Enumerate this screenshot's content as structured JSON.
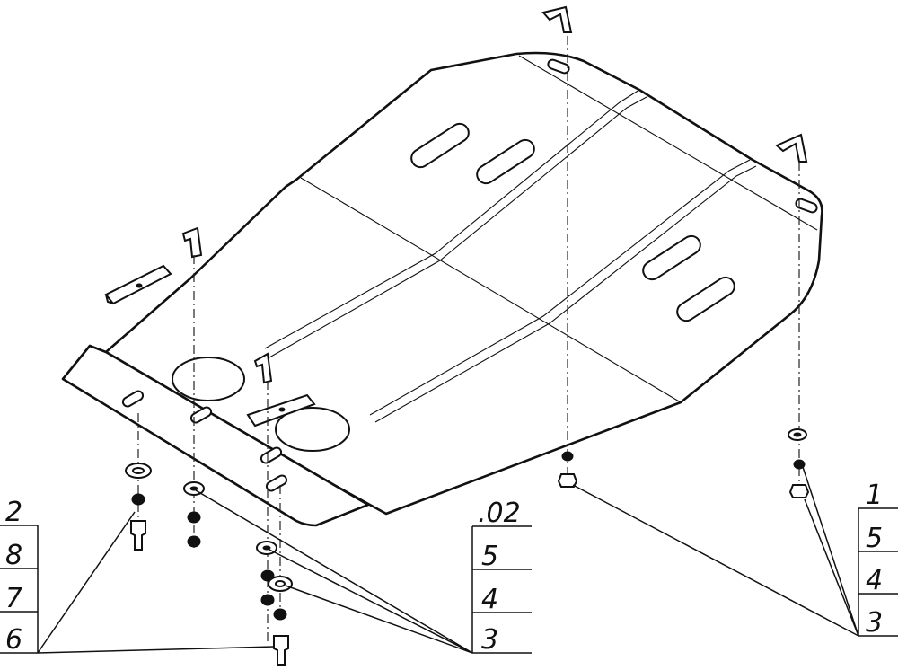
{
  "colors": {
    "ink": "#111111",
    "paper": "#ffffff"
  },
  "callouts": {
    "left": [
      "2",
      "8",
      "7",
      "6"
    ],
    "center": [
      ".02",
      "5",
      "4",
      "3"
    ],
    "right": [
      "1",
      "5",
      "4",
      "3"
    ]
  }
}
